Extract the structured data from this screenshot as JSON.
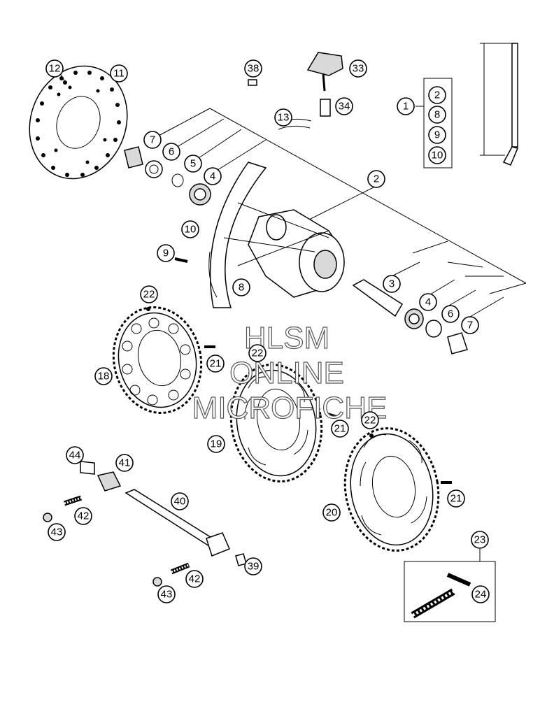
{
  "watermark": {
    "line1": "HLSM",
    "line2": "ONLINE",
    "line3": "MICROFICHE"
  },
  "callouts": {
    "c1": "1",
    "c2a": "2",
    "c2b": "2",
    "c3": "3",
    "c4a": "4",
    "c4b": "4",
    "c5": "5",
    "c6a": "6",
    "c6b": "6",
    "c7a": "7",
    "c7b": "7",
    "c8a": "8",
    "c8b": "8",
    "c9a": "9",
    "c9b": "9",
    "c10a": "10",
    "c10b": "10",
    "c11": "11",
    "c12": "12",
    "c13": "13",
    "c18": "18",
    "c19": "19",
    "c20": "20",
    "c21a": "21",
    "c21b": "21",
    "c21c": "21",
    "c22a": "22",
    "c22b": "22",
    "c22c": "22",
    "c23": "23",
    "c24": "24",
    "c33": "33",
    "c34": "34",
    "c38": "38",
    "c39": "39",
    "c40": "40",
    "c41": "41",
    "c42a": "42",
    "c42b": "42",
    "c43a": "43",
    "c43b": "43",
    "c44": "44"
  }
}
